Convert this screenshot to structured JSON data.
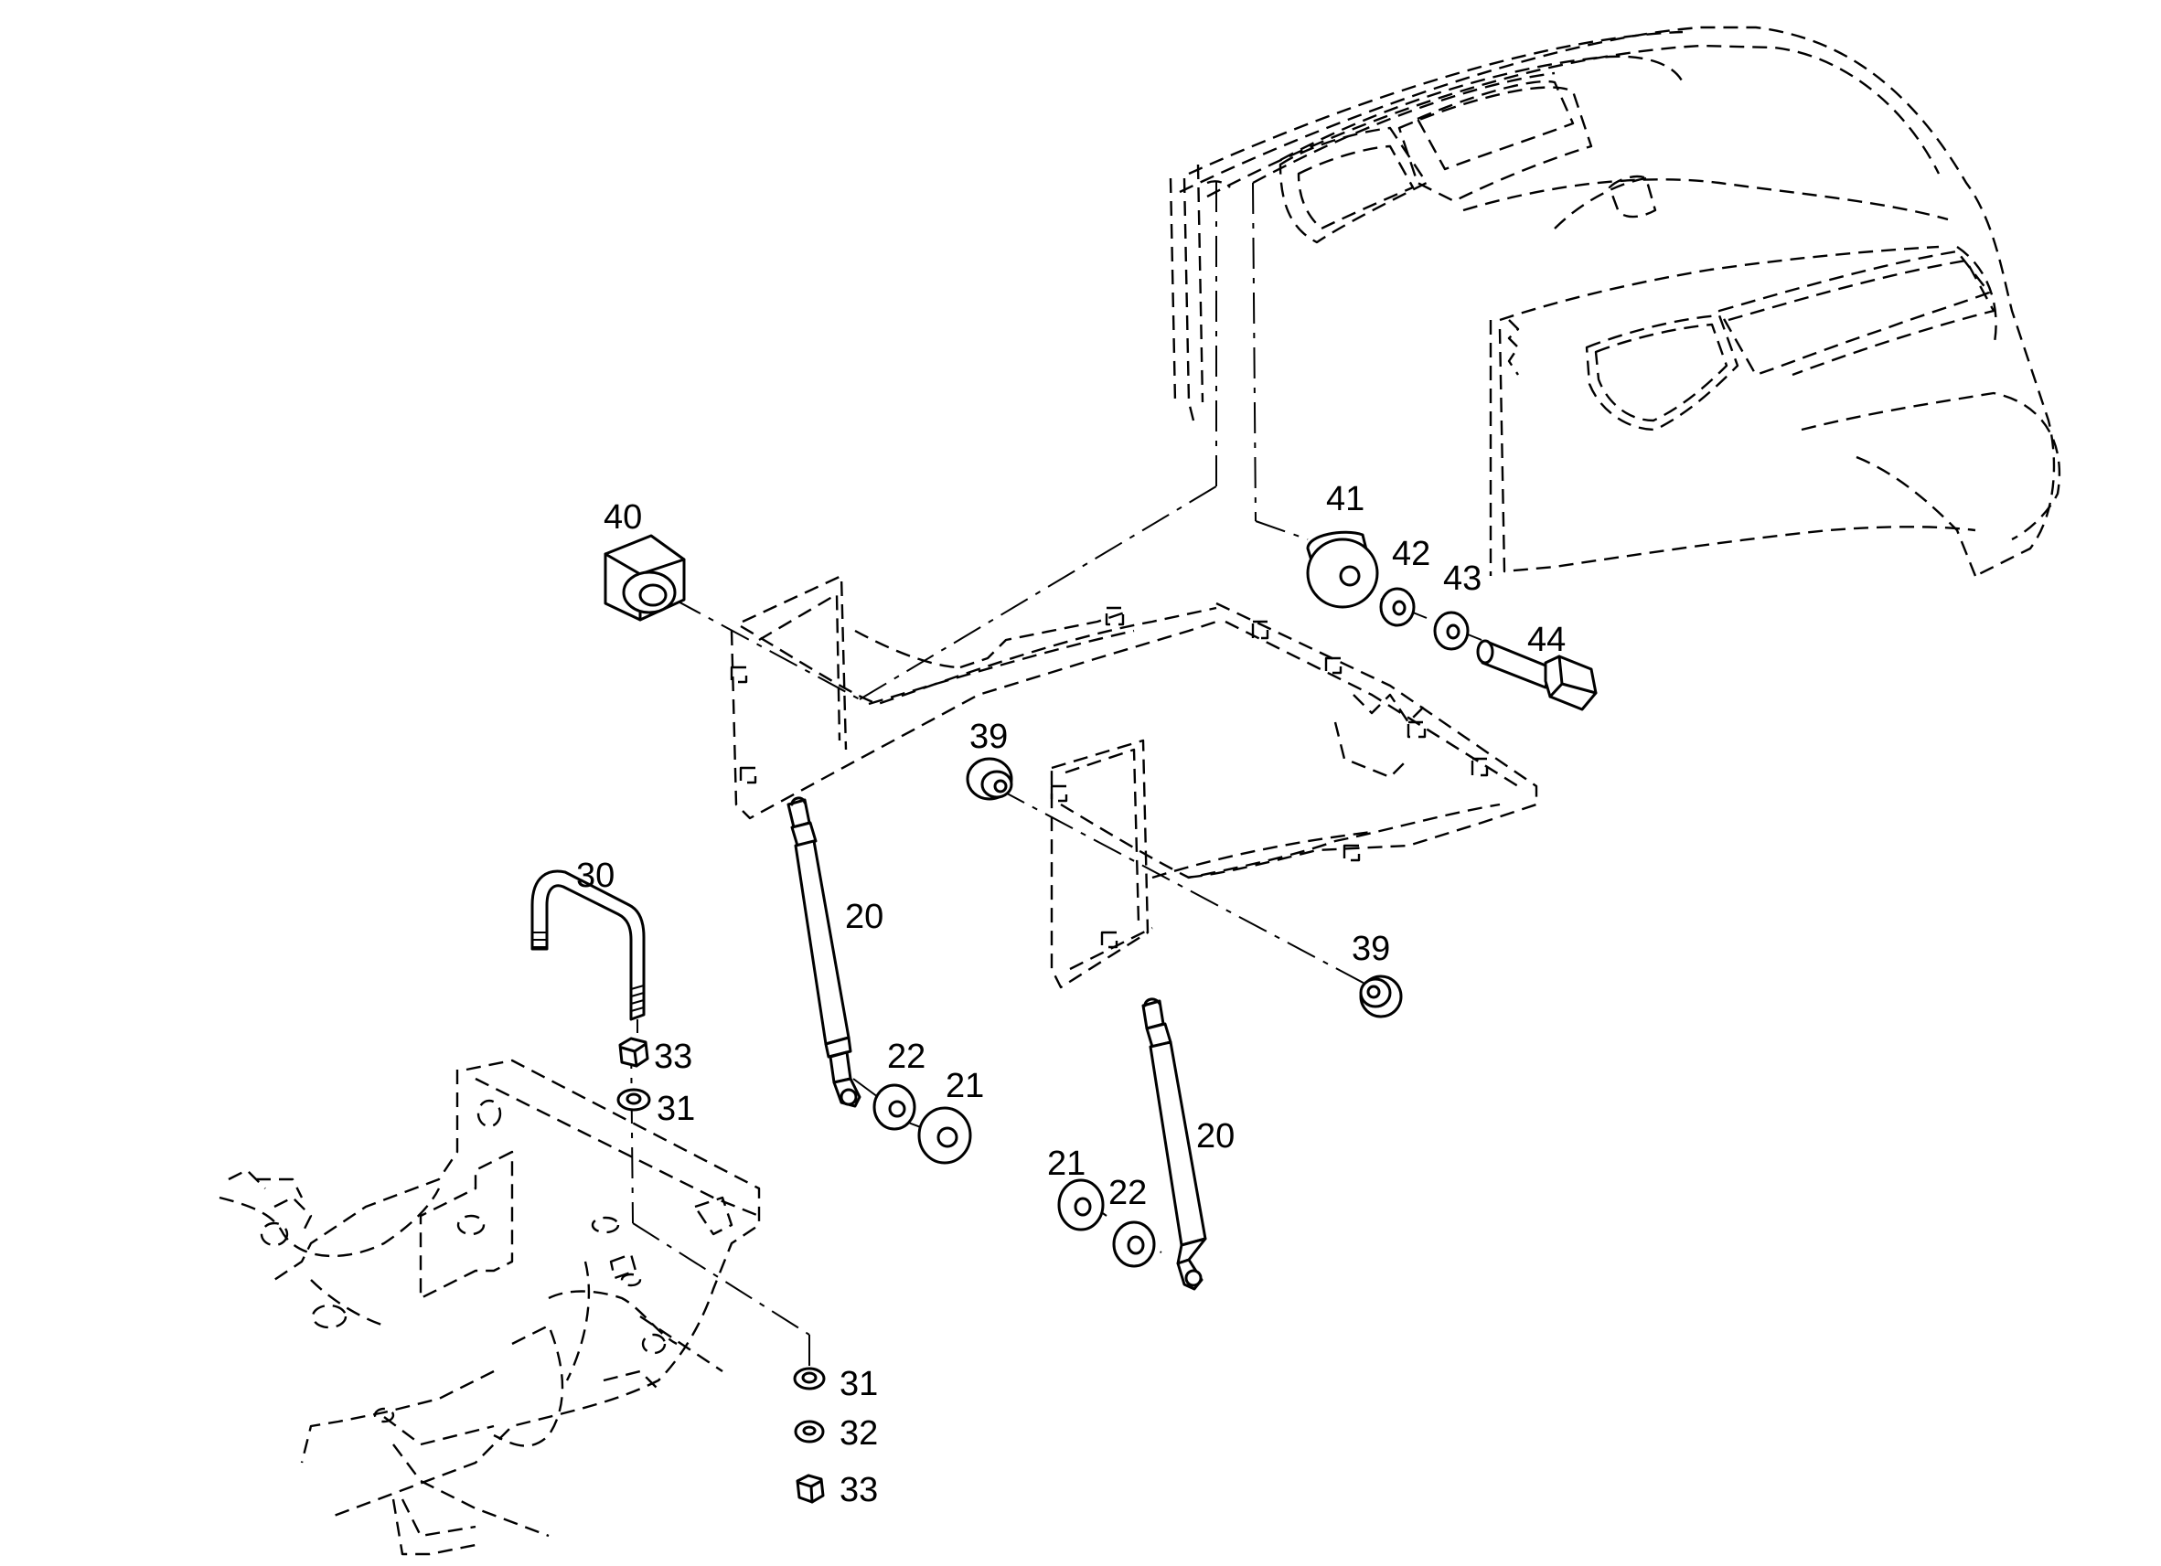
{
  "callouts": {
    "c20a": "20",
    "c20b": "20",
    "c21a": "21",
    "c21b": "21",
    "c22a": "22",
    "c22b": "22",
    "c30": "30",
    "c31a": "31",
    "c31b": "31",
    "c32": "32",
    "c33a": "33",
    "c33b": "33",
    "c39a": "39",
    "c39b": "39",
    "c40": "40",
    "c41": "41",
    "c42": "42",
    "c43": "43",
    "c44": "44"
  }
}
